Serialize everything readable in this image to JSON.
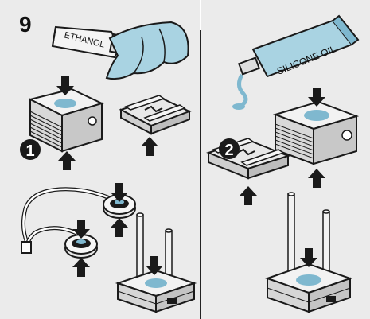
{
  "step": {
    "number": "9",
    "ethanol_label": "ETHANOL",
    "silicone_label": "SILICONE OIL",
    "marker_1": "1",
    "marker_2": "2"
  },
  "colors": {
    "panel_bg": "#ebebeb",
    "liquid": "#7fb8cf",
    "liquid_light": "#a9d3e2",
    "ink": "#1a1a1a",
    "divider": "#222222"
  },
  "icons": [
    "down-arrow-icon",
    "up-arrow-icon",
    "tube-icon",
    "cloth-icon",
    "heatsink-icon",
    "bracket-icon",
    "fan-icon",
    "mounting-post-icon"
  ]
}
